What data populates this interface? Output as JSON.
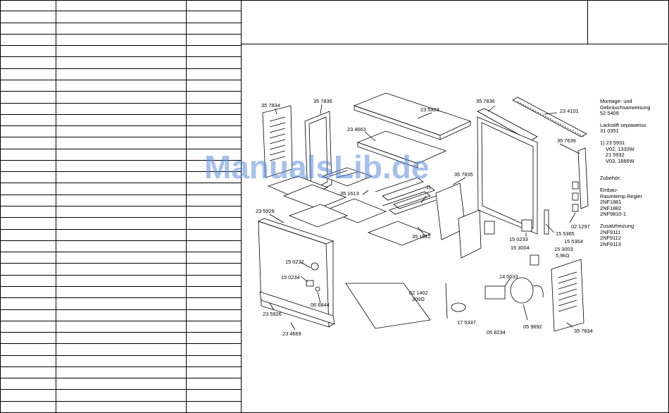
{
  "watermark": "ManualsLib.de",
  "table": {
    "row_count": 36
  },
  "notes": {
    "manual_l1": "Montage- und",
    "manual_l2": "Gebrauchsanweisung",
    "manual_no": "52 5409",
    "paint_l1": "Lackstift sepiaweiss",
    "paint_no": "31 0351",
    "fn_l1": "1) 23 5931",
    "fn_l2": "V02, 1333W",
    "fn_l3": "21 5932",
    "fn_l4": "V03, 1666W",
    "acc_title": "Zubehör:",
    "acc_l1": "Einbau-",
    "acc_l2": "Raumtemp.Regler",
    "acc_l3": "2NF1881",
    "acc_l4": "2NF1882",
    "acc_l5": "2NF9810-1",
    "extra_title": "Zusatzheizung",
    "extra_l1": "2NF9111",
    "extra_l2": "2NF9112",
    "extra_l3": "2NF9113"
  },
  "labels": {
    "p357834a": "35 7834",
    "p357836a": "35 7836",
    "p235923": "23 5923",
    "p357836b": "35 7836",
    "p234101": "23 4101",
    "p234663": "23 4663",
    "p357639": "35 7639",
    "p357835": "35 7835",
    "p351613": "35 1613",
    "fn1": "1)",
    "p235928": "23 5928",
    "p351612": "35 1612",
    "p021297": "02 1297",
    "p155365": "15 5365",
    "p155364": "15 5364",
    "p150233": "15 0233",
    "p153004": "15 3004",
    "p153003": "15 3003",
    "p59k": "5,9kΩ",
    "p150232": "15 0232",
    "p150234": "15 0234",
    "p140033": "14 0033",
    "p021402": "02 1402",
    "p300": "300Ω",
    "p066844": "06 6844",
    "p235926": "23 5926",
    "p175337": "17 5337",
    "p058234": "05 8234",
    "p059692": "05 9692",
    "p234669": "23 4669",
    "p357834b": "35 7834"
  }
}
